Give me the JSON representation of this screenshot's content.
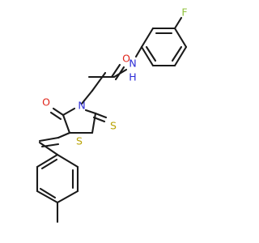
{
  "molecule": {
    "atoms": {
      "fluorine": {
        "symbol": "F",
        "color": "#8fc23b"
      },
      "amide_nitrogen": {
        "symbol": "N",
        "color": "#2b2bd6"
      },
      "amide_hydrogen": {
        "symbol": "H",
        "color": "#2b2bd6"
      },
      "amide_oxygen": {
        "symbol": "O",
        "color": "#e0251b"
      },
      "ring_nitrogen": {
        "symbol": "N",
        "color": "#2b2bd6"
      },
      "ring_oxygen": {
        "symbol": "O",
        "color": "#e0251b"
      },
      "ring_sulfur": {
        "symbol": "S",
        "color": "#b8a200"
      },
      "thione_sulfur": {
        "symbol": "S",
        "color": "#b8a200"
      }
    },
    "bond_color": "#1a1a1a"
  }
}
